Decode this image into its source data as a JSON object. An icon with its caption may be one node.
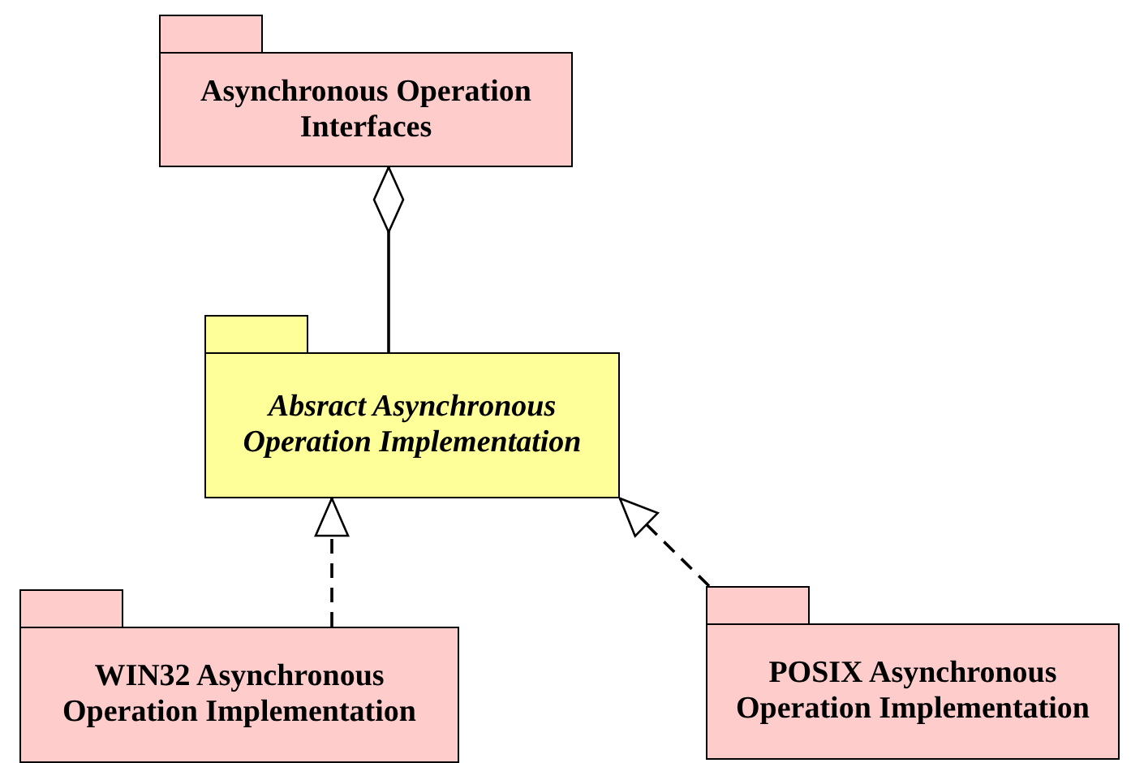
{
  "diagram": {
    "nodes": [
      {
        "text": [
          "Asynchronous Operation Interfaces"
        ]
      },
      {
        "text": [
          "Absract Asynchronous Operation Implementation"
        ]
      },
      {
        "text": [
          "WIN32 Asynchronous Operation Implementation"
        ]
      },
      {
        "text": [
          "POSIX Asynchronous Operation Implementation"
        ]
      }
    ],
    "edges": [
      {
        "from": 1,
        "to": 0,
        "arrow": "other"
      },
      {
        "from": 2,
        "to": 1,
        "arrow": "to",
        "style": "dashed"
      },
      {
        "from": 3,
        "to": 1,
        "arrow": "to",
        "style": "dashed"
      }
    ]
  }
}
